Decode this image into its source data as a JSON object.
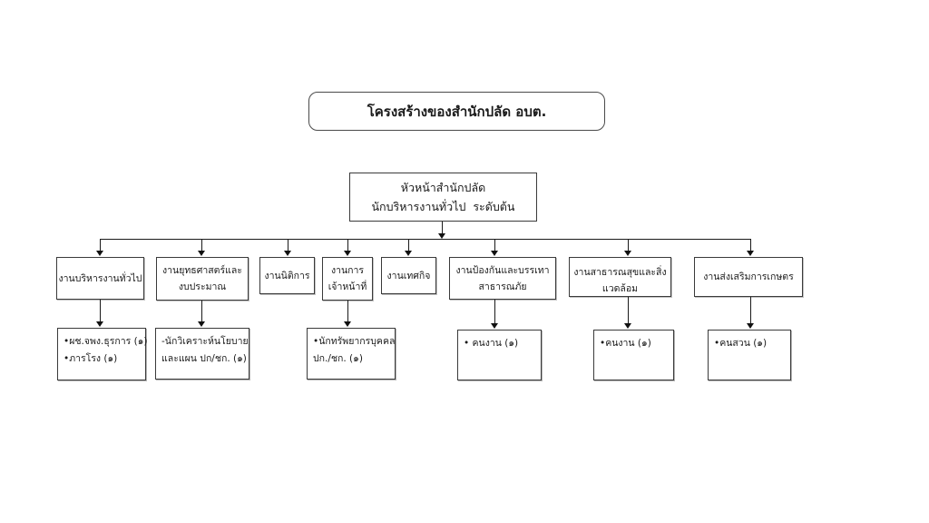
{
  "title": "โครงสร้างของสำนักปลัด อบต.",
  "head": {
    "line1": "หัวหน้าสำนักปลัด",
    "line2": "นักบริหารงานทั่วไป  ระดับต้น"
  },
  "departments": [
    {
      "lines": [
        "งานบริหารงานทั่วไป"
      ]
    },
    {
      "lines": [
        "งานยุทธศาสตร์และ",
        "งบประมาณ"
      ]
    },
    {
      "lines": [
        "งานนิติการ"
      ]
    },
    {
      "lines": [
        "งานการ",
        "เจ้าหน้าที่"
      ]
    },
    {
      "lines": [
        "งานเทศกิจ"
      ]
    },
    {
      "lines": [
        "งานป้องกันและบรรเทา",
        "สาธารณภัย"
      ]
    },
    {
      "lines": [
        "งานสาธารณสุขและสิ่งแวดล้อม"
      ]
    },
    {
      "lines": [
        "งานส่งเสริมการเกษตร"
      ]
    }
  ],
  "staff_boxes": [
    {
      "lines": [
        "•ผช.จพง.ธุรการ (๑)",
        "•ภารโรง (๑)"
      ]
    },
    {
      "lines": [
        "-นักวิเคราะห์นโยบาย",
        "และแผน ปก/ชก. (๑)"
      ]
    },
    {
      "lines": [
        "•นักทรัพยากรบุคคล",
        "ปก./ชก. (๑)"
      ]
    },
    {
      "lines": [
        "• คนงาน (๑)"
      ]
    },
    {
      "lines": [
        "•คนงาน (๑)"
      ]
    },
    {
      "lines": [
        "•คนสวน (๑)"
      ]
    }
  ],
  "colors": {
    "line": "#1a1a1a",
    "border": "#3a3a3a",
    "background": "#ffffff"
  }
}
